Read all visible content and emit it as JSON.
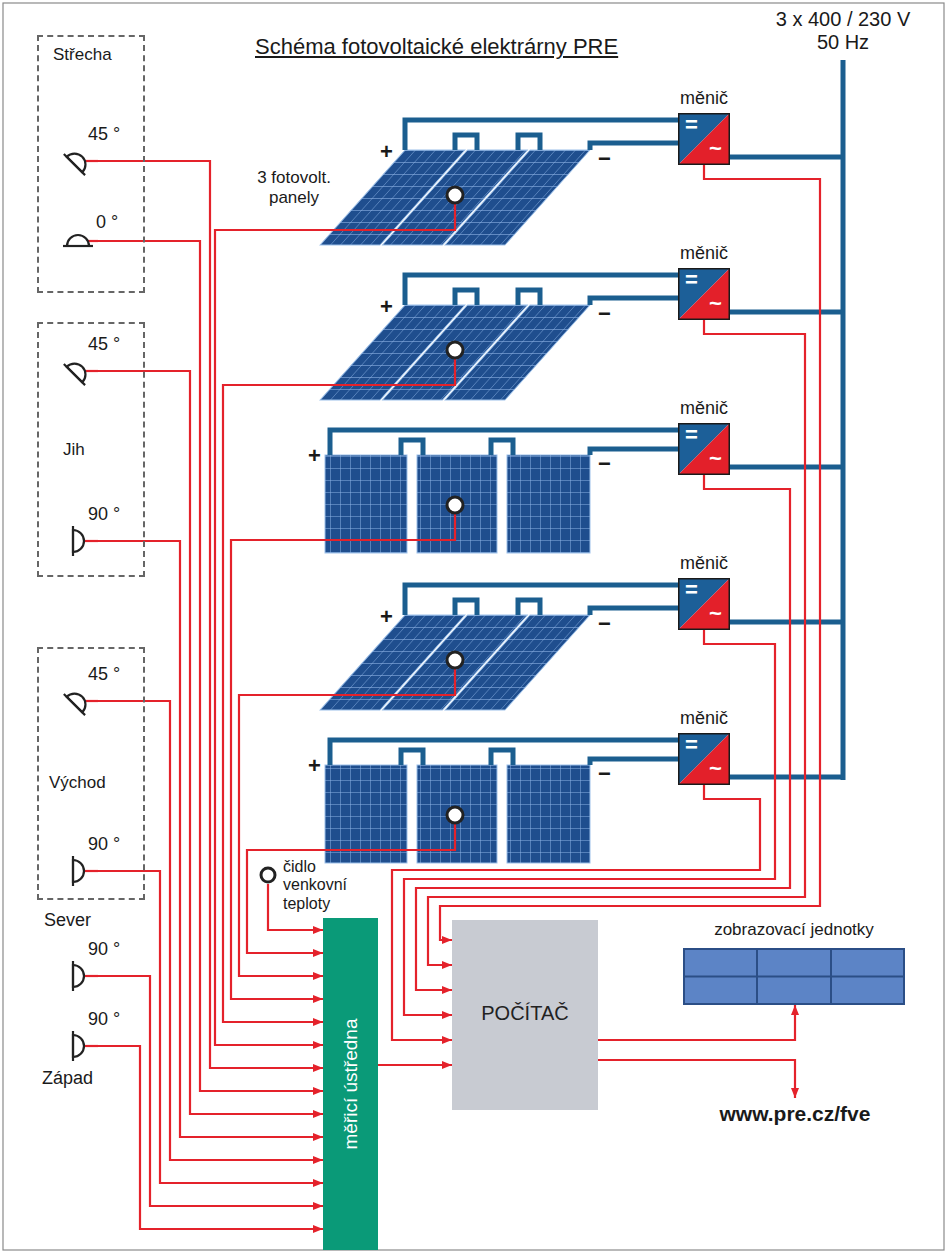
{
  "diagram": {
    "title": "Schéma fotovoltaické elektrárny PRE",
    "nodes": [
      {
        "text": [
          "Střecha"
        ]
      },
      {
        "text": [
          "45 °"
        ],
        "in": 0
      },
      {
        "text": [
          "0 °"
        ],
        "in": 0
      },
      {
        "text": [
          "Jih"
        ]
      },
      {
        "text": [
          "45 °"
        ],
        "in": 3
      },
      {
        "text": [
          "90 °"
        ],
        "in": 3
      },
      {
        "text": [
          "Východ"
        ]
      },
      {
        "text": [
          "45 °"
        ],
        "in": 6
      },
      {
        "text": [
          "90 °"
        ],
        "in": 6
      },
      {
        "text": [
          "90 °"
        ]
      },
      {
        "text": [
          "90 °"
        ]
      },
      {
        "text": [
          "měnič",
          "=",
          "~"
        ]
      },
      {
        "text": [
          "měnič",
          "=",
          "~"
        ]
      },
      {
        "text": [
          "měnič",
          "=",
          "~"
        ]
      },
      {
        "text": [
          "měnič",
          "=",
          "~"
        ]
      },
      {
        "text": [
          "měnič",
          "=",
          "~"
        ]
      },
      {
        "text": [
          "čidlo venkovní teploty"
        ]
      },
      {
        "text": [
          "měřicí ústředna"
        ]
      },
      {
        "text": [
          "POČÍTAČ"
        ]
      },
      {
        "text": [
          "zobrazovací jednotky"
        ]
      }
    ],
    "edges": [
      {
        "from": 1,
        "to": 17,
        "arrow": "to"
      },
      {
        "from": 2,
        "to": 17,
        "arrow": "to"
      },
      {
        "from": 4,
        "to": 17,
        "arrow": "to"
      },
      {
        "from": 5,
        "to": 17,
        "arrow": "to"
      },
      {
        "from": 7,
        "to": 17,
        "arrow": "to"
      },
      {
        "from": 8,
        "to": 17,
        "arrow": "to"
      },
      {
        "from": 9,
        "to": 17,
        "arrow": "to"
      },
      {
        "from": 10,
        "to": 17,
        "arrow": "to"
      },
      {
        "from": 16,
        "to": 17,
        "arrow": "to"
      },
      {
        "from": 11,
        "to": 18,
        "arrow": "to"
      },
      {
        "from": 12,
        "to": 18,
        "arrow": "to"
      },
      {
        "from": 13,
        "to": 18,
        "arrow": "to"
      },
      {
        "from": 14,
        "to": 18,
        "arrow": "to"
      },
      {
        "from": 15,
        "to": 18,
        "arrow": "to"
      },
      {
        "from": 17,
        "to": 18,
        "arrow": "to"
      },
      {
        "from": 18,
        "to": 19,
        "arrow": "to"
      }
    ],
    "labels": [
      "3 x 400 / 230 V 50 Hz",
      "3 fotovolt. panely",
      "+",
      "−",
      "+",
      "−",
      "+",
      "−",
      "+",
      "−",
      "+",
      "−",
      "Sever",
      "Západ",
      "www.pre.cz/fve"
    ]
  }
}
